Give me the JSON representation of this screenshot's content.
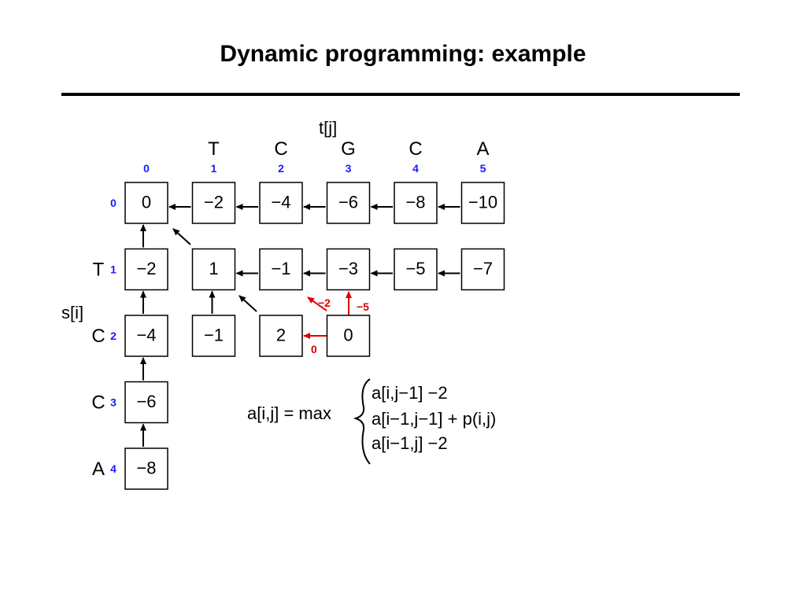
{
  "title": "Dynamic programming: example",
  "t_label": "t[j]",
  "s_label": "s[i]",
  "t_letters": [
    "T",
    "C",
    "G",
    "C",
    "A"
  ],
  "col_indices": [
    "0",
    "1",
    "2",
    "3",
    "4",
    "5"
  ],
  "s_letters": [
    "T",
    "C",
    "C",
    "A"
  ],
  "row_indices": [
    "0",
    "1",
    "2",
    "3",
    "4"
  ],
  "cells": [
    [
      "0",
      "−2",
      "−4",
      "−6",
      "−8",
      "−10"
    ],
    [
      "−2",
      "1",
      "−1",
      "−3",
      "−5",
      "−7"
    ],
    [
      "−4",
      "−1",
      "2",
      "0",
      null,
      null
    ],
    [
      "−6",
      null,
      null,
      null,
      null,
      null
    ],
    [
      "−8",
      null,
      null,
      null,
      null,
      null
    ]
  ],
  "candidate_labels": {
    "diagonal": "−2",
    "up": "−5",
    "left": "0"
  },
  "formula": {
    "lhs": "a[i,j] = max",
    "options": [
      "a[i,j−1] −2",
      "a[i−1,j−1] + p(i,j)",
      "a[i−1,j] −2"
    ]
  },
  "colors": {
    "index": "#1a1aff",
    "highlight": "#e00000",
    "ink": "#000000"
  }
}
